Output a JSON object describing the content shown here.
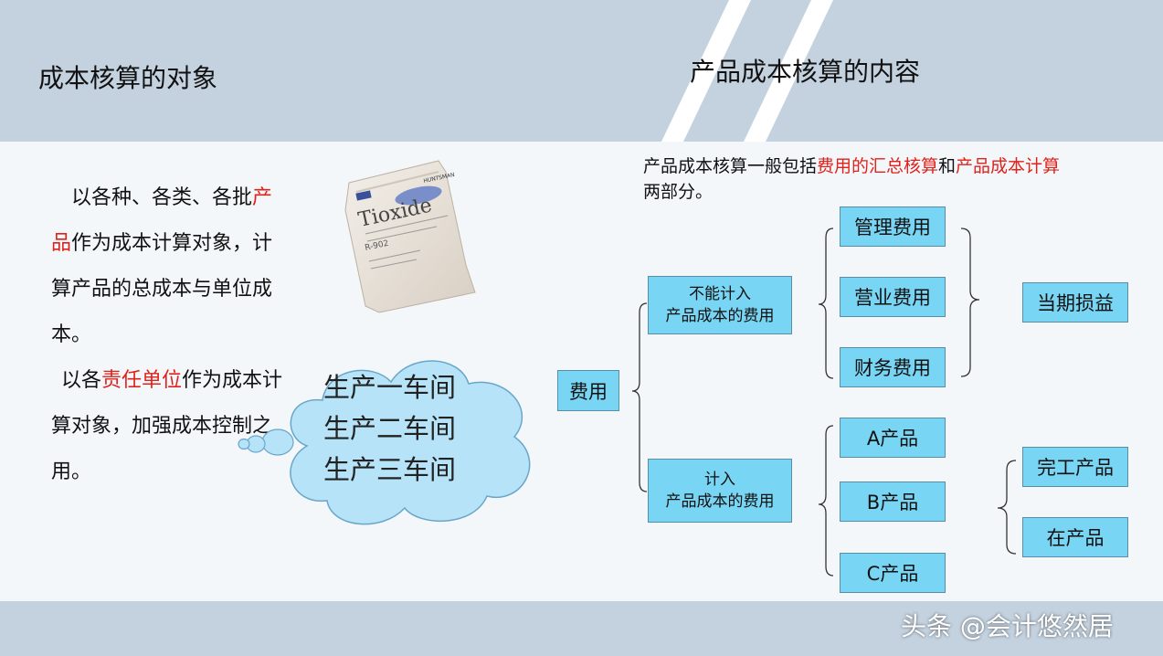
{
  "titles": {
    "left": "成本核算的对象",
    "right": "产品成本核算的内容"
  },
  "left_text": {
    "p1_pre": "以各种、各类、各批",
    "p1_red": "产品",
    "p1_post": "作为成本计算对象，计算产品的总成本与单位成本。",
    "p2_pre": "以各",
    "p2_red": "责任单位",
    "p2_post": "作为成本计算对象，加强成本控制之用。"
  },
  "bag": {
    "brand": "Tioxide",
    "code": "R-902",
    "logo": "HUNTSMAN"
  },
  "cloud": {
    "lines": [
      "生产一车间",
      "生产二车间",
      "生产三车间"
    ]
  },
  "summary": {
    "pre": "产品成本核算一般包括",
    "red1": "费用的汇总核算",
    "mid": "和",
    "red2": "产品成本计算",
    "post": "两部分。"
  },
  "diagram": {
    "root": "费用",
    "branch1": {
      "line1": "不能计入",
      "line2": "产品成本的费用"
    },
    "branch2": {
      "line1": "计入",
      "line2": "产品成本的费用"
    },
    "expenses": [
      "管理费用",
      "营业费用",
      "财务费用"
    ],
    "result1": "当期损益",
    "products": [
      "A产品",
      "B产品",
      "C产品"
    ],
    "results2": [
      "完工产品",
      "在产品"
    ]
  },
  "watermark": "头条 @会计悠然居",
  "colors": {
    "band": "#c4d2e0",
    "box_fill": "#79d5f4",
    "highlight": "#e0221b",
    "cloud": "#b6e3f8"
  }
}
